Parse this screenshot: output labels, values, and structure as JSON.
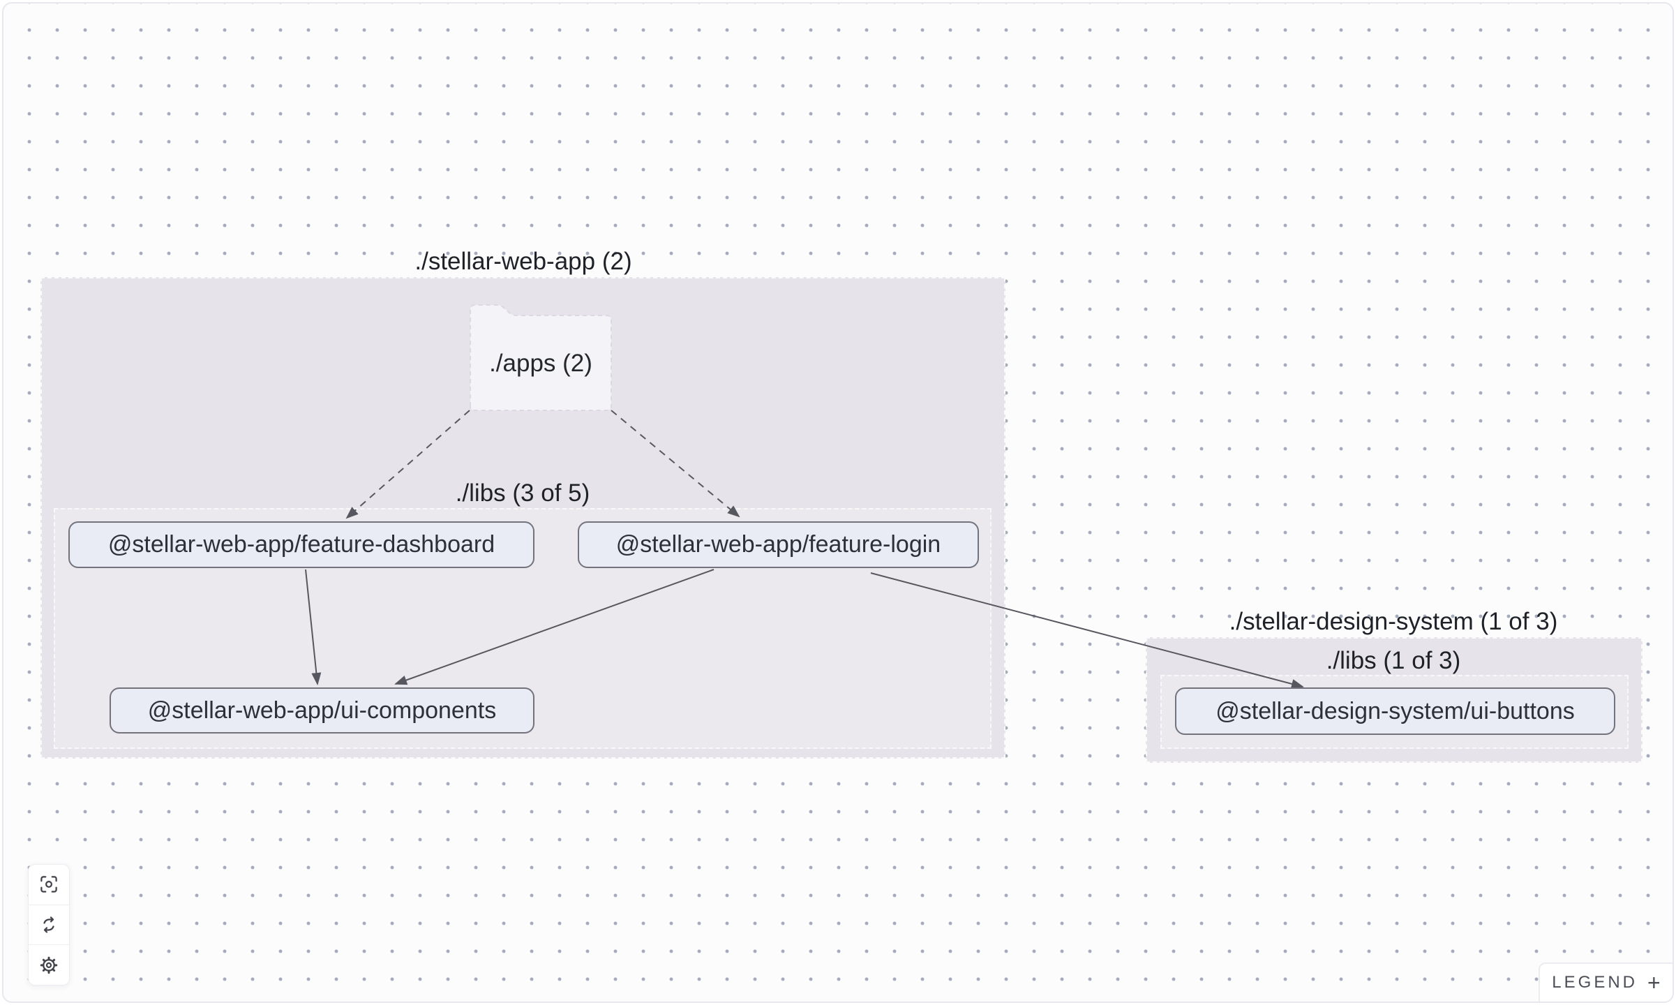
{
  "graph": {
    "groups": [
      {
        "title": "./stellar-web-app (2)",
        "folder_label": "./apps (2)",
        "subgroup_label": "./libs (3 of 5)",
        "nodes": [
          "@stellar-web-app/feature-dashboard",
          "@stellar-web-app/feature-login",
          "@stellar-web-app/ui-components"
        ]
      },
      {
        "title": "./stellar-design-system (1 of 3)",
        "subgroup_label": "./libs (1 of 3)",
        "nodes": [
          "@stellar-design-system/ui-buttons"
        ]
      }
    ],
    "edges": [
      {
        "from": "./apps (2)",
        "to": "@stellar-web-app/feature-dashboard",
        "style": "dashed"
      },
      {
        "from": "./apps (2)",
        "to": "@stellar-web-app/feature-login",
        "style": "dashed"
      },
      {
        "from": "@stellar-web-app/feature-dashboard",
        "to": "@stellar-web-app/ui-components",
        "style": "solid"
      },
      {
        "from": "@stellar-web-app/feature-login",
        "to": "@stellar-web-app/ui-components",
        "style": "solid"
      },
      {
        "from": "@stellar-web-app/feature-login",
        "to": "@stellar-design-system/ui-buttons",
        "style": "solid"
      }
    ]
  },
  "toolbar": {
    "buttons": [
      {
        "icon": "focus-icon"
      },
      {
        "icon": "refresh-icon"
      },
      {
        "icon": "settings-icon"
      }
    ]
  },
  "legend": {
    "label": "LEGEND",
    "toggle": "+"
  },
  "colors": {
    "group_fill": "#e6e3ea",
    "node_fill": "#e9ecf5",
    "node_border": "#73737d",
    "edge": "#57575f",
    "dot": "#a4abbb",
    "canvas_bg": "#fcfcfd"
  }
}
